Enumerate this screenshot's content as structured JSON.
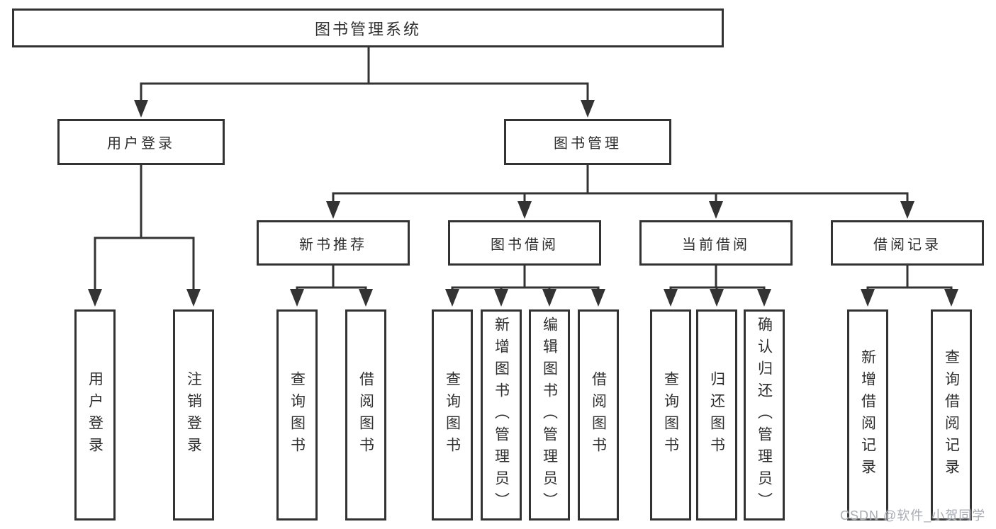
{
  "diagram": {
    "title": "图书管理系统",
    "branches": [
      {
        "label": "用户登录",
        "children": [
          "用户登录",
          "注销登录"
        ]
      },
      {
        "label": "图书管理",
        "sections": [
          {
            "label": "新书推荐",
            "children": [
              "查询图书",
              "借阅图书"
            ]
          },
          {
            "label": "图书借阅",
            "children": [
              "查询图书",
              "新增图书（管理员）",
              "编辑图书（管理员）",
              "借阅图书"
            ]
          },
          {
            "label": "当前借阅",
            "children": [
              "查询图书",
              "归还图书",
              "确认归还（管理员）"
            ]
          },
          {
            "label": "借阅记录",
            "children": [
              "新增借阅记录",
              "查询借阅记录"
            ]
          }
        ]
      }
    ],
    "watermark": "CSDN @软件_小贺同学",
    "colors": {
      "line": "#333333",
      "text": "#2e2e2e",
      "watermark": "#a7adb5",
      "background": "#ffffff"
    }
  }
}
